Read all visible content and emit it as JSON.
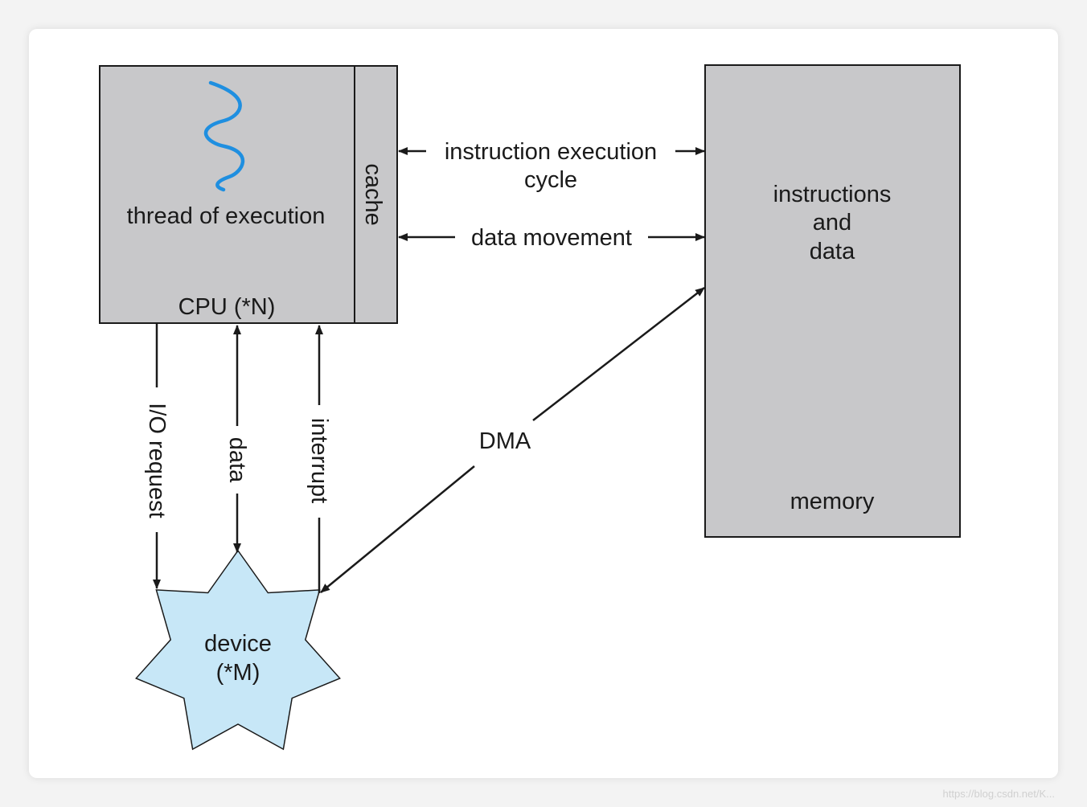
{
  "cpu": {
    "thread_label": "thread of execution",
    "cache_label": "cache",
    "name_label": "CPU (*N)"
  },
  "memory": {
    "content_line1": "instructions",
    "content_line2": "and",
    "content_line3": "data",
    "name_label": "memory"
  },
  "device": {
    "line1": "device",
    "line2": "(*M)"
  },
  "arrows": {
    "instruction_line1": "instruction execution",
    "instruction_line2": "cycle",
    "data_movement": "data movement",
    "io_request": "I/O request",
    "data": "data",
    "interrupt": "interrupt",
    "dma": "DMA"
  },
  "watermark": "https://blog.csdn.net/K...",
  "colors": {
    "box_fill": "#c8c8ca",
    "device_fill": "#c7e7f7",
    "thread_stroke": "#1f8fe0",
    "line": "#1a1a1a"
  }
}
